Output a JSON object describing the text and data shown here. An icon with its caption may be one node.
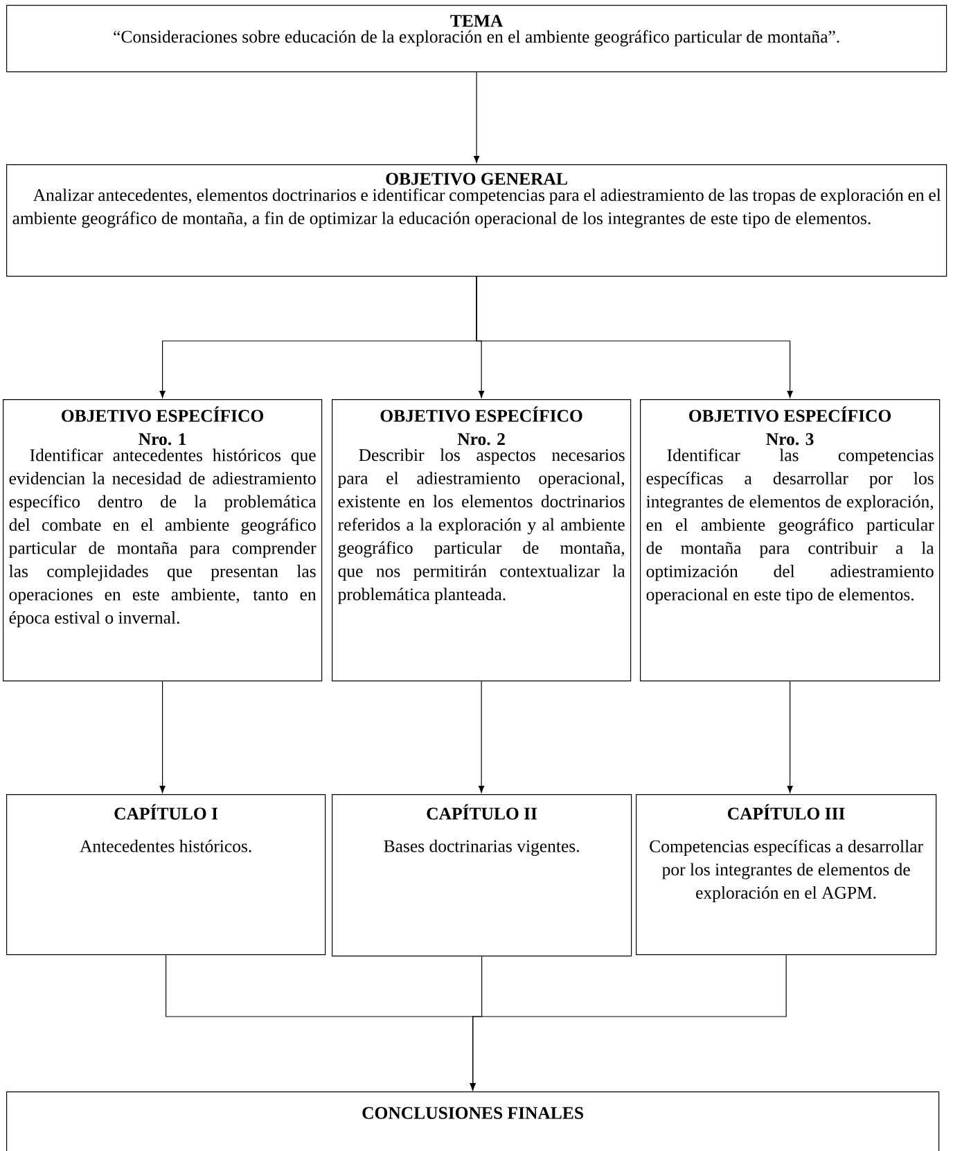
{
  "diagram": {
    "nodes": [
      {
        "text": [
          "TEMA",
          "“Consideraciones sobre educación de la exploración en el ambiente geográfico particular de montaña”."
        ]
      },
      {
        "text": [
          "OBJETIVO GENERAL",
          "Analizar antecedentes, elementos doctrinarios e identificar competencias para el adiestramiento de las tropas de exploración en el ambiente geográfico de montaña, a fin de optimizar la educación operacional de los integrantes de este tipo de elementos."
        ]
      },
      {
        "text": [
          "OBJETIVO ESPECÍFICO Nro. 1",
          "Identificar antecedentes históricos que evidencian la necesidad de adiestramiento específico dentro de la problemática del combate en el ambiente geográfico particular de montaña para comprender las complejidades que presentan las operaciones en este ambiente, tanto en época estival o invernal."
        ]
      },
      {
        "text": [
          "OBJETIVO ESPECÍFICO Nro. 2",
          "Describir los aspectos necesarios para el adiestramiento operacional, existente en los elementos doctrinarios referidos a la exploración y al ambiente geográfico particular de montaña, que nos permitirán contextualizar la problemática planteada."
        ]
      },
      {
        "text": [
          "OBJETIVO ESPECÍFICO Nro. 3",
          "Identificar las competencias específicas a desarrollar por los integrantes de elementos de exploración, en el ambiente geográfico particular de montaña para contribuir a la optimización del adiestramiento operacional en este tipo de elementos."
        ]
      },
      {
        "text": [
          "CAPÍTULO I",
          "Antecedentes históricos."
        ]
      },
      {
        "text": [
          "CAPÍTULO II",
          "Bases doctrinarias vigentes."
        ]
      },
      {
        "text": [
          "CAPÍTULO III",
          "Competencias específicas a desarrollar por los integrantes de elementos de exploración en el AGPM."
        ]
      },
      {
        "text": [
          "CONCLUSIONES FINALES"
        ]
      }
    ],
    "edges": [
      {
        "from": 0,
        "to": 1,
        "arrow": "to"
      },
      {
        "from": 1,
        "to": 2,
        "arrow": "to"
      },
      {
        "from": 1,
        "to": 3,
        "arrow": "to"
      },
      {
        "from": 1,
        "to": 4,
        "arrow": "to"
      },
      {
        "from": 2,
        "to": 5,
        "arrow": "to"
      },
      {
        "from": 3,
        "to": 6,
        "arrow": "to"
      },
      {
        "from": 4,
        "to": 7,
        "arrow": "to"
      },
      {
        "from": 5,
        "to": 8,
        "arrow": "to"
      },
      {
        "from": 6,
        "to": 8,
        "arrow": "to"
      },
      {
        "from": 7,
        "to": 8,
        "arrow": "to"
      }
    ]
  }
}
